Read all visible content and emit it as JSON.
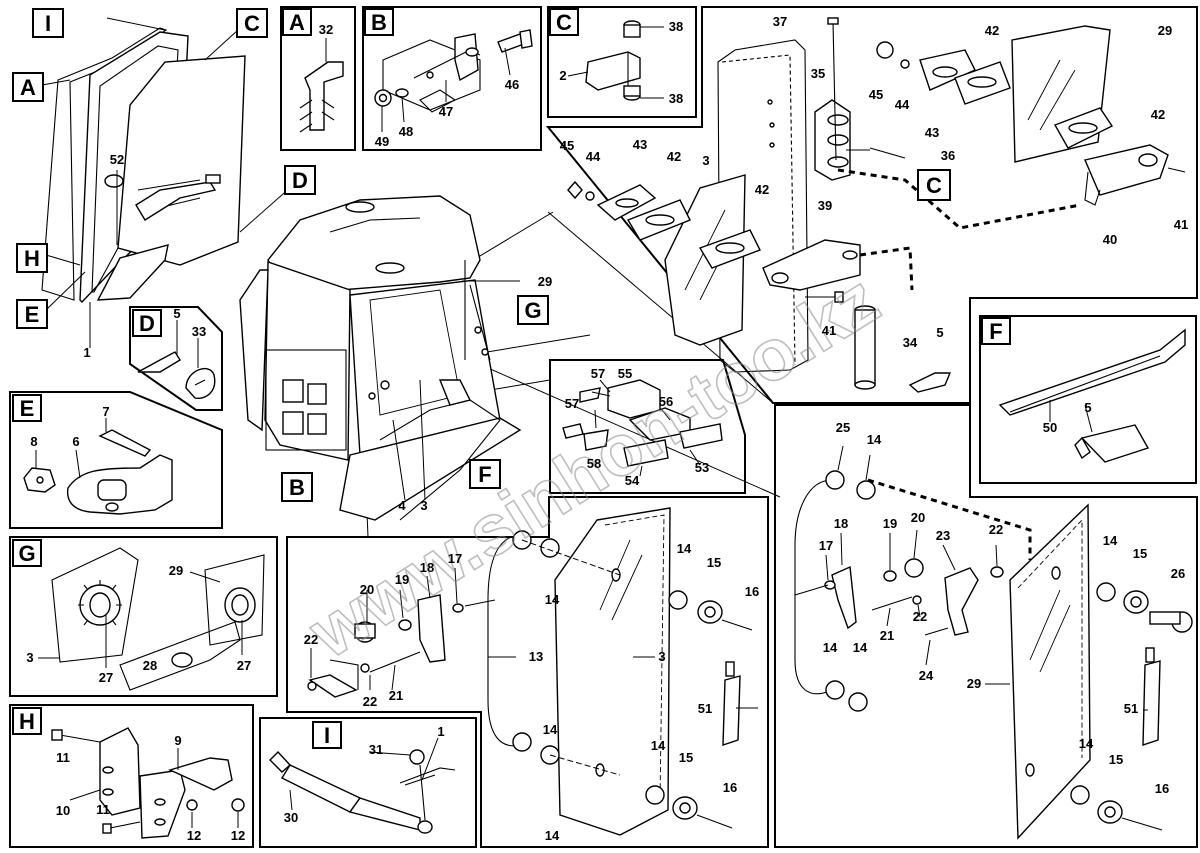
{
  "watermark": "www.sinhon-too.kz",
  "section_labels": {
    "I": "I",
    "A": "A",
    "H": "H",
    "E": "E",
    "C": "C",
    "D": "D",
    "B": "B",
    "F": "F",
    "G": "G"
  },
  "callouts": {
    "p1": "1",
    "p2": "2",
    "p3": "3",
    "p4": "4",
    "p5": "5",
    "p6": "6",
    "p7": "7",
    "p8": "8",
    "p9": "9",
    "p10": "10",
    "p11": "11",
    "p12": "12",
    "p13": "13",
    "p14": "14",
    "p15": "15",
    "p16": "16",
    "p17": "17",
    "p18": "18",
    "p19": "19",
    "p20": "20",
    "p21": "21",
    "p22": "22",
    "p23": "23",
    "p24": "24",
    "p25": "25",
    "p26": "26",
    "p27": "27",
    "p28": "28",
    "p29": "29",
    "p30": "30",
    "p31": "31",
    "p32": "32",
    "p33": "33",
    "p34": "34",
    "p35": "35",
    "p36": "36",
    "p37": "37",
    "p38": "38",
    "p39": "39",
    "p40": "40",
    "p41": "41",
    "p42": "42",
    "p43": "43",
    "p44": "44",
    "p45": "45",
    "p46": "46",
    "p47": "47",
    "p48": "48",
    "p49": "49",
    "p50": "50",
    "p51": "51",
    "p52": "52",
    "p53": "53",
    "p54": "54",
    "p55": "55",
    "p56": "56",
    "p57": "57",
    "p58": "58"
  }
}
